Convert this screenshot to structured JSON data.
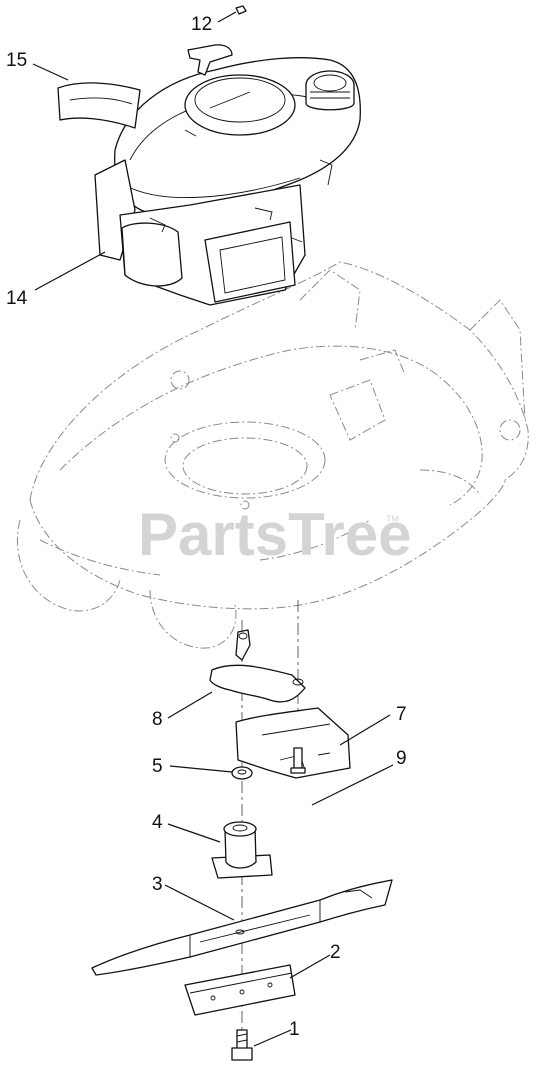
{
  "watermark": {
    "text": "PartsTree",
    "trademark": "TM"
  },
  "callouts": [
    {
      "id": "c12",
      "label": "12"
    },
    {
      "id": "c15",
      "label": "15"
    },
    {
      "id": "c14",
      "label": "14"
    },
    {
      "id": "c8",
      "label": "8"
    },
    {
      "id": "c7",
      "label": "7"
    },
    {
      "id": "c5",
      "label": "5"
    },
    {
      "id": "c9",
      "label": "9"
    },
    {
      "id": "c4",
      "label": "4"
    },
    {
      "id": "c3",
      "label": "3"
    },
    {
      "id": "c2",
      "label": "2"
    },
    {
      "id": "c1",
      "label": "1"
    }
  ]
}
